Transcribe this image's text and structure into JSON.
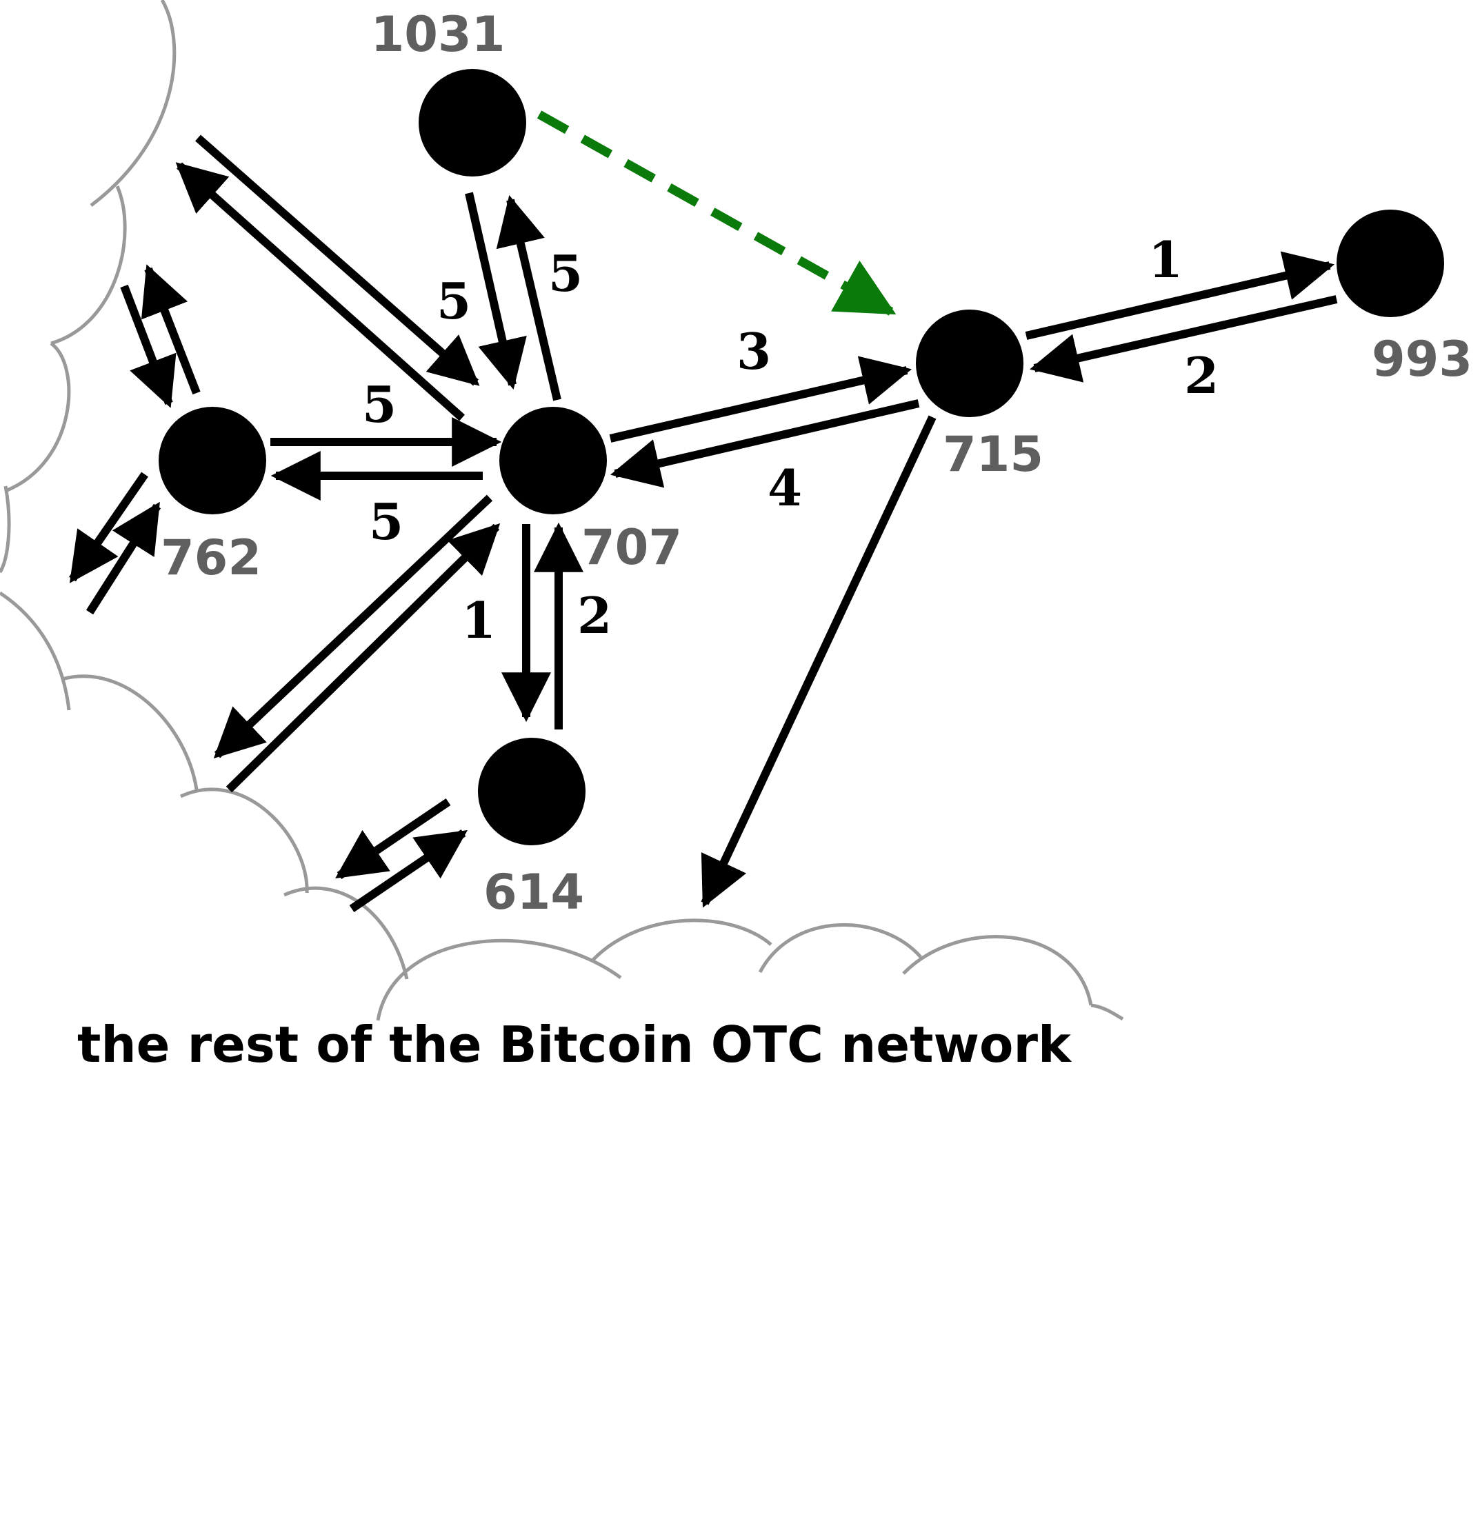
{
  "diagram": {
    "caption": "the rest of the Bitcoin OTC network",
    "nodes": [
      {
        "id": "1031",
        "label": "1031"
      },
      {
        "id": "707",
        "label": "707"
      },
      {
        "id": "715",
        "label": "715"
      },
      {
        "id": "993",
        "label": "993"
      },
      {
        "id": "762",
        "label": "762"
      },
      {
        "id": "614",
        "label": "614"
      }
    ],
    "edges": [
      {
        "from": "707",
        "to": "1031",
        "weight": "5"
      },
      {
        "from": "1031",
        "to": "707",
        "weight": "5"
      },
      {
        "from": "762",
        "to": "707",
        "weight": "5"
      },
      {
        "from": "707",
        "to": "762",
        "weight": "5"
      },
      {
        "from": "707",
        "to": "715",
        "weight": "3"
      },
      {
        "from": "715",
        "to": "707",
        "weight": "4"
      },
      {
        "from": "715",
        "to": "993",
        "weight": "1"
      },
      {
        "from": "993",
        "to": "715",
        "weight": "2"
      },
      {
        "from": "707",
        "to": "614",
        "weight": "1"
      },
      {
        "from": "614",
        "to": "707",
        "weight": "2"
      },
      {
        "from": "1031",
        "to": "715",
        "weight": "",
        "style": "dashed"
      }
    ],
    "colors": {
      "node": "#000000",
      "edge": "#000000",
      "predicted_edge": "#0a7a0a",
      "cloud": "#999999",
      "node_label": "#5f5f5f"
    }
  }
}
